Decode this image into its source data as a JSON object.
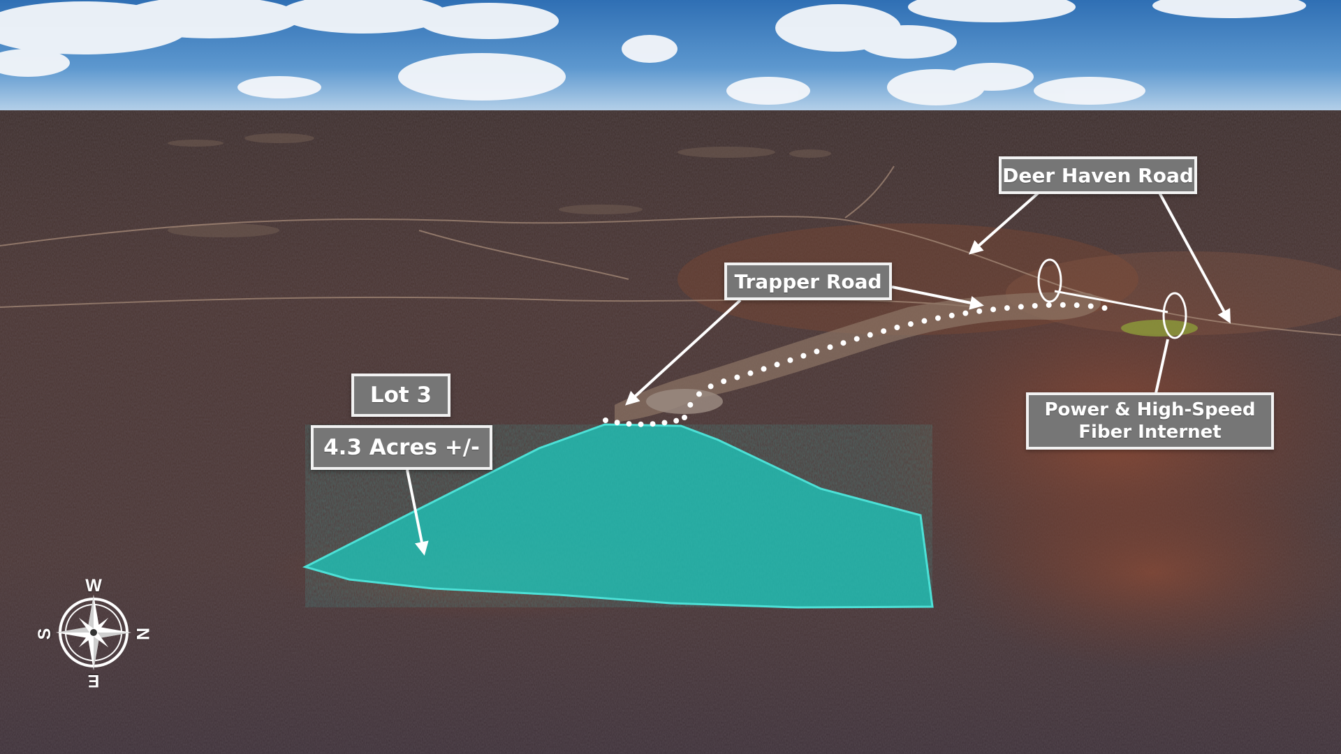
{
  "labels": {
    "deer_haven_road": "Deer Haven Road",
    "trapper_road": "Trapper Road",
    "lot_name": "Lot 3",
    "lot_acres": "4.3 Acres +/-",
    "utilities_line1": "Power & High-Speed",
    "utilities_line2": "Fiber Internet"
  },
  "compass": {
    "west": "W",
    "north": "N",
    "east": "E",
    "south": "S"
  },
  "colors": {
    "lot_fill": "#1fb7ad",
    "lot_outline": "#4fe6dc",
    "label_background": "#767676",
    "label_border": "#f2f2f2"
  }
}
